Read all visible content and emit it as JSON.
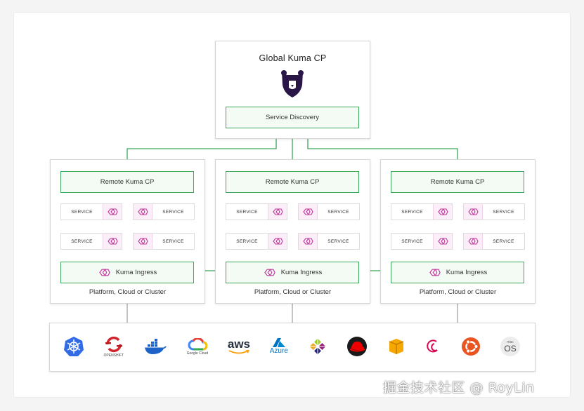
{
  "global": {
    "title": "Global Kuma CP",
    "service_discovery": "Service Discovery"
  },
  "zones": [
    {
      "remote_cp": "Remote Kuma CP",
      "services": [
        "SERVICE",
        "SERVICE",
        "SERVICE",
        "SERVICE"
      ],
      "ingress": "Kuma Ingress",
      "footer": "Platform, Cloud or Cluster"
    },
    {
      "remote_cp": "Remote Kuma CP",
      "services": [
        "SERVICE",
        "SERVICE",
        "SERVICE",
        "SERVICE"
      ],
      "ingress": "Kuma Ingress",
      "footer": "Platform, Cloud or Cluster"
    },
    {
      "remote_cp": "Remote Kuma CP",
      "services": [
        "SERVICE",
        "SERVICE",
        "SERVICE",
        "SERVICE"
      ],
      "ingress": "Kuma Ingress",
      "footer": "Platform, Cloud or Cluster"
    }
  ],
  "platforms": {
    "openshift_caption": "OPENSHIFT",
    "google_caption": "Google Cloud",
    "aws": "aws",
    "azure": "Azure",
    "macos_top": "mac",
    "macos_main": "OS"
  },
  "watermark": "掘金技术社区 @ RoyLin",
  "colors": {
    "line_green": "#3aa85a",
    "box_fill": "#f4fbf5",
    "kuma_purple": "#2a1747",
    "mesh_pink": "#c0399a"
  }
}
